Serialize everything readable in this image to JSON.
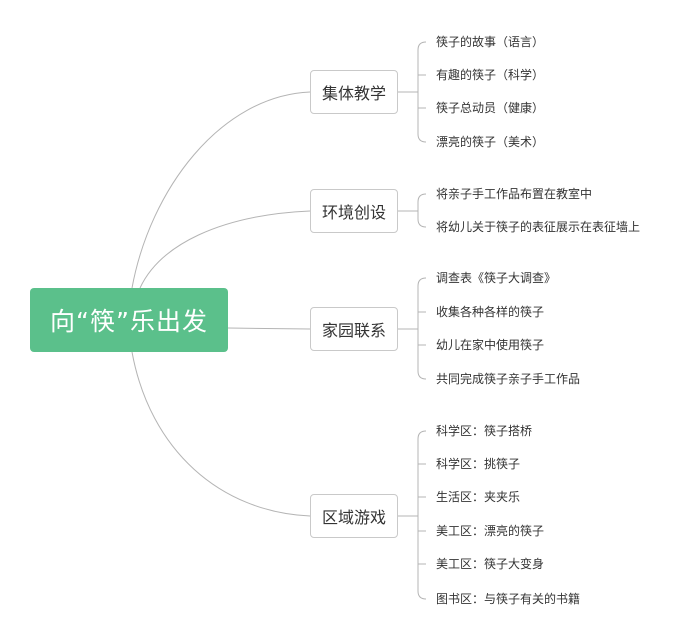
{
  "root": {
    "label": "向“筷”乐出发"
  },
  "branches": [
    {
      "label": "集体教学",
      "items": [
        "筷子的故事（语言）",
        "有趣的筷子（科学）",
        "筷子总动员（健康）",
        "漂亮的筷子（美术）"
      ]
    },
    {
      "label": "环境创设",
      "items": [
        "将亲子手工作品布置在教室中",
        "将幼儿关于筷子的表征展示在表征墙上"
      ]
    },
    {
      "label": "家园联系",
      "items": [
        "调查表《筷子大调查》",
        "收集各种各样的筷子",
        "幼儿在家中使用筷子",
        "共同完成筷子亲子手工作品"
      ]
    },
    {
      "label": "区域游戏",
      "items": [
        "科学区：筷子搭桥",
        "科学区：挑筷子",
        "生活区：夹夹乐",
        "美工区：漂亮的筷子",
        "美工区：筷子大变身",
        "图书区：与筷子有关的书籍"
      ]
    }
  ],
  "colors": {
    "root_fill": "#5bc08b",
    "line": "#b4b4b4",
    "node_border": "#c9c9c9"
  }
}
